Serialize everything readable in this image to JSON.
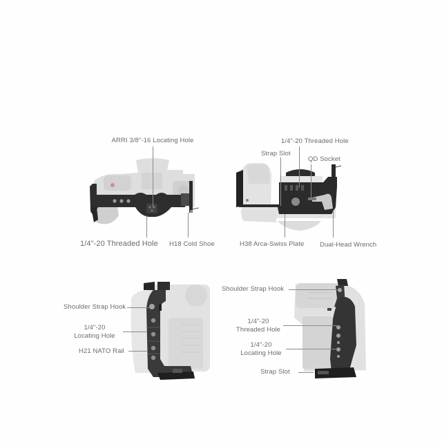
{
  "diagram": {
    "background": "#ffffff",
    "label_color": "#6b6b6b",
    "cage_color": "#2b2b2b",
    "camera_color": "#d9d9d9",
    "views": [
      {
        "id": "top-view",
        "labels": {
          "arri": "ARRI 3/8\"-16 Locating Hole",
          "threaded": "1/4\"-20 Threaded Hole",
          "cold_shoe": "H18 Cold Shoe"
        }
      },
      {
        "id": "bottom-view",
        "labels": {
          "threaded": "1/4\"-20 Threaded Hole",
          "strap_slot": "Strap Slot",
          "qd_socket": "QD Socket",
          "arca": "H38 Arca-Swiss Plate",
          "wrench": "Dual-Head Wrench"
        }
      },
      {
        "id": "left-side-view",
        "labels": {
          "shoulder_hook": "Shoulder Strap Hook",
          "locating_line1": "1/4\"-20",
          "locating_line2": "Locating Hole",
          "nato": "H21 NATO Rail"
        }
      },
      {
        "id": "right-side-view",
        "labels": {
          "shoulder_hook": "Shoulder Strap Hook",
          "threaded_line1": "1/4\"-20",
          "threaded_line2": "Threaded Hole",
          "locating_line1": "1/4\"-20",
          "locating_line2": "Locating Hole",
          "strap_slot": "Strap Slot"
        }
      }
    ]
  }
}
